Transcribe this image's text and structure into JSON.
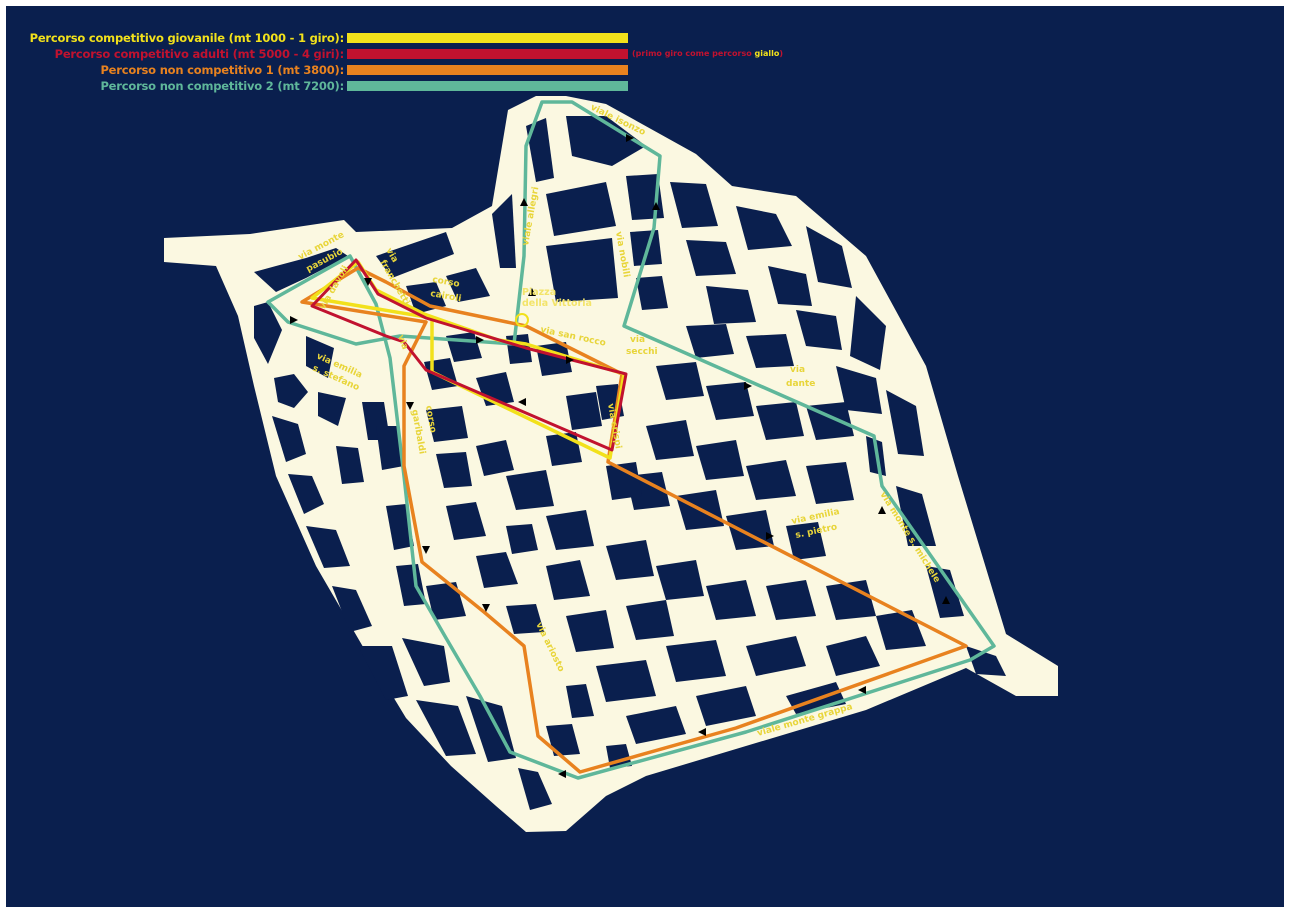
{
  "legend": {
    "items": [
      {
        "label": "Percorso competitivo giovanile (mt 1000 - 1 giro):",
        "color": "#f2e11b"
      },
      {
        "label": "Percorso competitivo adulti (mt 5000 - 4 giri):",
        "color": "#c1122f"
      },
      {
        "label": "Percorso non competitivo 1 (mt 3800):",
        "color": "#e8821f"
      },
      {
        "label": "Percorso non competitivo 2 (mt 7200):",
        "color": "#5fb79a"
      }
    ],
    "note_part1": "(primo giro come percorso ",
    "note_highlight": "giallo",
    "note_part2": ")"
  },
  "map": {
    "colors": {
      "background": "#0a1f4e",
      "streets": "#fbf8e1"
    },
    "place": {
      "line1": "Piazza",
      "line2": "della Vittoria"
    },
    "street_labels": {
      "viale_isonzo": "viale isonzo",
      "viale_allegri": "viale allegri",
      "via_nobili": "via nobili",
      "via_monte_pasubio_1": "via monte",
      "via_monte_pasubio_2": "pasubio",
      "via_franchetti_1": "via",
      "via_franchetti_2": "franchetti",
      "corso_cairoli_1": "corso",
      "corso_cairoli_2": "cairoli",
      "via_dav": "via davoli",
      "via_vertical": "via",
      "via_sansecco": "via san rocco",
      "via_secchi_1": "via",
      "via_secchi_2": "secchi",
      "via_emilia_s_stefano_1": "via emilia",
      "via_emilia_s_stefano_2": "s. stefano",
      "corso_garibaldi_1": "corso",
      "corso_garibaldi_2": "garibaldi",
      "via_crispi": "via crispi",
      "via_dante_1": "via",
      "via_dante_2": "dante",
      "via_emilia_s_pietro_1": "via emilia",
      "via_emilia_s_pietro_2": "s. pietro",
      "via_monte_san_michele": "via monte s. michele",
      "via_ariosto": "via ariosto",
      "viale_monte_grappa": "viale monte grappa"
    }
  }
}
